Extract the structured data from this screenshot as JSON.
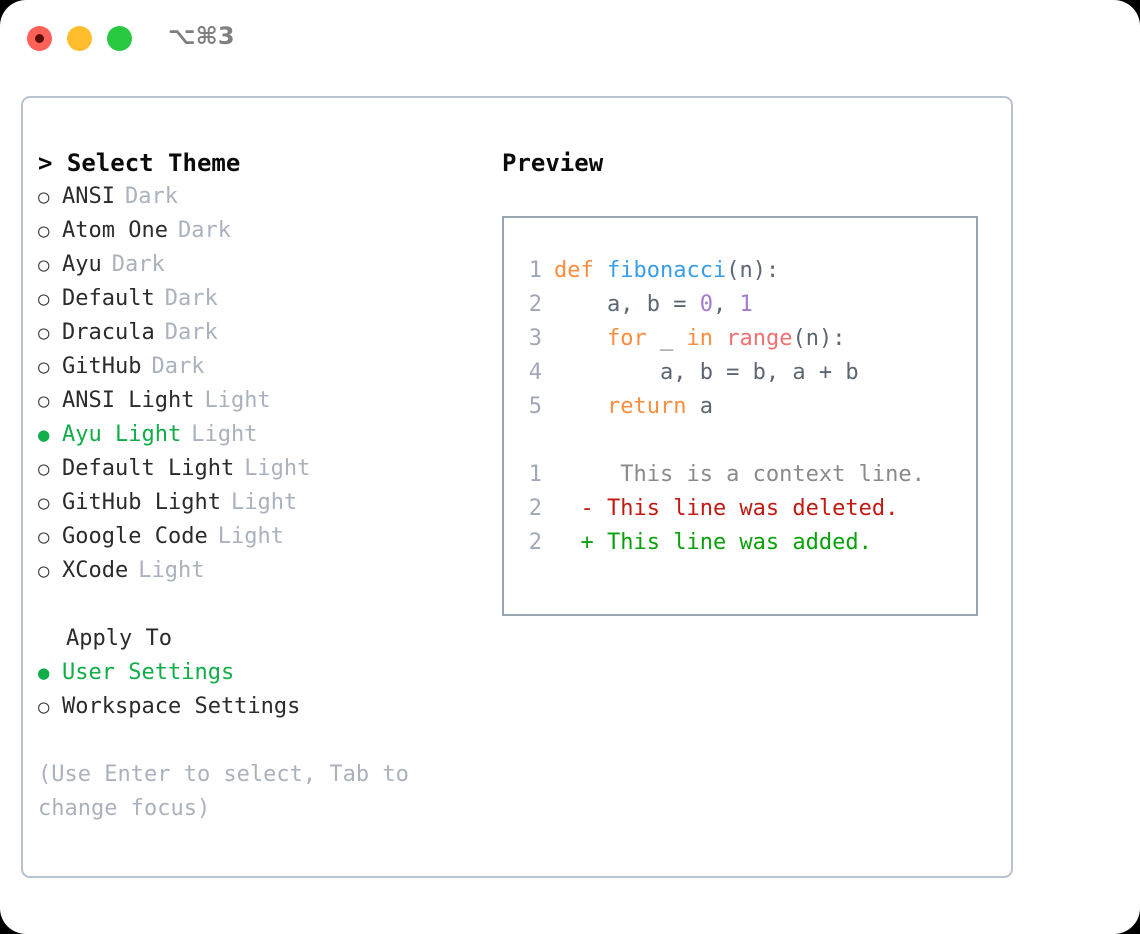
{
  "window": {
    "traffic_lights": [
      "close",
      "minimize",
      "maximize"
    ],
    "shortcut": "⌥⌘3"
  },
  "left_panel": {
    "heading_caret": ">",
    "heading": "Select Theme",
    "marker_unselected": "○",
    "marker_selected": "●",
    "themes": [
      {
        "name": "ANSI",
        "variant": "Dark",
        "selected": false
      },
      {
        "name": "Atom One",
        "variant": "Dark",
        "selected": false
      },
      {
        "name": "Ayu",
        "variant": "Dark",
        "selected": false
      },
      {
        "name": "Default",
        "variant": "Dark",
        "selected": false
      },
      {
        "name": "Dracula",
        "variant": "Dark",
        "selected": false
      },
      {
        "name": "GitHub",
        "variant": "Dark",
        "selected": false
      },
      {
        "name": "ANSI Light",
        "variant": "Light",
        "selected": false
      },
      {
        "name": "Ayu Light",
        "variant": "Light",
        "selected": true
      },
      {
        "name": "Default Light",
        "variant": "Light",
        "selected": false
      },
      {
        "name": "GitHub Light",
        "variant": "Light",
        "selected": false
      },
      {
        "name": "Google Code",
        "variant": "Light",
        "selected": false
      },
      {
        "name": "XCode",
        "variant": "Light",
        "selected": false
      }
    ],
    "apply_to_heading": "Apply To",
    "apply_to": [
      {
        "label": "User Settings",
        "selected": true
      },
      {
        "label": "Workspace Settings",
        "selected": false
      }
    ],
    "hint": "(Use Enter to select, Tab to change focus)"
  },
  "right_panel": {
    "title": "Preview",
    "code_lines": [
      {
        "num": "1",
        "tokens": [
          {
            "t": "def",
            "c": "kw"
          },
          {
            "t": " ",
            "c": "pl"
          },
          {
            "t": "fibonacci",
            "c": "fn"
          },
          {
            "t": "(n):",
            "c": "pl"
          }
        ]
      },
      {
        "num": "2",
        "tokens": [
          {
            "t": "    a, b = ",
            "c": "pl"
          },
          {
            "t": "0",
            "c": "num"
          },
          {
            "t": ", ",
            "c": "pl"
          },
          {
            "t": "1",
            "c": "num"
          }
        ]
      },
      {
        "num": "3",
        "tokens": [
          {
            "t": "    ",
            "c": "pl"
          },
          {
            "t": "for",
            "c": "kw"
          },
          {
            "t": " _ ",
            "c": "pl"
          },
          {
            "t": "in",
            "c": "kw"
          },
          {
            "t": " ",
            "c": "pl"
          },
          {
            "t": "range",
            "c": "bi"
          },
          {
            "t": "(n):",
            "c": "pl"
          }
        ]
      },
      {
        "num": "4",
        "tokens": [
          {
            "t": "        a, b = b, a + b",
            "c": "pl"
          }
        ]
      },
      {
        "num": "5",
        "tokens": [
          {
            "t": "    ",
            "c": "pl"
          },
          {
            "t": "return",
            "c": "kw"
          },
          {
            "t": " a",
            "c": "pl"
          }
        ]
      }
    ],
    "diff_lines": [
      {
        "num": "1",
        "sign": " ",
        "text": "  This is a context line.",
        "c": "diff-ctx"
      },
      {
        "num": "2",
        "sign": "-",
        "text": " This line was deleted.",
        "c": "diff-del"
      },
      {
        "num": "2",
        "sign": "+",
        "text": " This line was added.",
        "c": "diff-add"
      }
    ]
  },
  "colors": {
    "accent_green": "#10ad48",
    "muted": "#aab2bd",
    "border": "#b9c2cf",
    "preview_border": "#9aa5b1",
    "keyword": "#fa8d3e",
    "function": "#399ee6",
    "number": "#a37acc",
    "builtin": "#f07171",
    "plain": "#5c6773",
    "linenum": "#a0a8b7",
    "diff_add": "#09a10b",
    "diff_del": "#c21a12",
    "diff_ctx": "#8a8a8a"
  }
}
